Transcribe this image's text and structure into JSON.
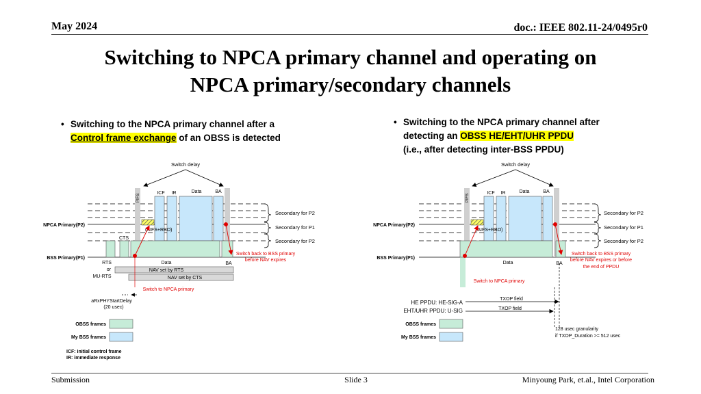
{
  "header": {
    "date": "May 2024",
    "doc": "doc.: IEEE 802.11-24/0495r0"
  },
  "title": {
    "line1": "Switching to NPCA primary channel and operating on",
    "line2": "NPCA primary/secondary channels"
  },
  "bullets": {
    "left": {
      "before": "Switching to the NPCA primary channel after a",
      "highlight": "Control frame exchange",
      "after": " of an OBSS is detected"
    },
    "right": {
      "line1": "Switching to the NPCA primary channel after",
      "before": "detecting an ",
      "highlight": "OBSS HE/EHT/UHR PPDU",
      "line3": "(i.e., after detecting inter-BSS PPDU)"
    }
  },
  "diagram_left": {
    "switch_delay": "Switch delay",
    "pifs": "PIFS",
    "icf": "ICF",
    "ir": "IR",
    "data": "Data",
    "ba": "BA",
    "secondary_p2": "Secondary for P2",
    "secondary_p1": "Secondary for P1",
    "npca_primary": "NPCA Primary(P2)",
    "bss_primary": "BSS Primary(P1)",
    "aifs": "(AIFS+RBO)",
    "cts": "CTS",
    "rts": "RTS",
    "or": "or",
    "murts": "MU-RTS",
    "obss_data": "Data",
    "obss_ba": "BA",
    "nav_rts": "NAV set by RTS",
    "nav_cts": "NAV set by CTS",
    "switch_back_1": "Switch back to BSS primary",
    "switch_back_2": "before NAV expires",
    "switch_to": "Switch to NPCA primary",
    "arx_1": "aRxPHYStartDelay",
    "arx_2": "(20 usec)"
  },
  "diagram_right": {
    "switch_delay": "Switch delay",
    "pifs": "PIFS",
    "icf": "ICF",
    "ir": "IR",
    "data": "Data",
    "ba": "BA",
    "secondary_p2": "Secondary for P2",
    "secondary_p1": "Secondary for P1",
    "npca_primary": "NPCA Primary(P2)",
    "bss_primary": "BSS Primary(P1)",
    "aifs": "(AIFS+RBO)",
    "obss_data": "Data",
    "obss_ba": "BA",
    "switch_back_1": "Switch back to BSS primary",
    "switch_back_2": "before NAV expires or before",
    "switch_back_3": "the end of PPDU",
    "switch_to": "Switch to NPCA primary",
    "he_ppdu": "HE PPDU: HE-SIG-A",
    "eht_ppdu": "EHT/UHR PPDU: U-SIG",
    "txop_field": "TXOP field",
    "gran_1": "128 usec granularity",
    "gran_2": "if TXOP_Duration >= 512 usec"
  },
  "legend": {
    "obss": "OBSS frames",
    "mybss": "My BSS frames"
  },
  "notes": {
    "icf": "ICF: initial control frame",
    "ir": "IR: immediate response"
  },
  "footer": {
    "left": "Submission",
    "center": "Slide 3",
    "right": "Minyoung Park, et.al., Intel Corporation"
  },
  "colors": {
    "obss": "#c6ecd8",
    "mybss": "#c7e7fb",
    "red": "#e00000",
    "nav": "#d9d9d9"
  }
}
